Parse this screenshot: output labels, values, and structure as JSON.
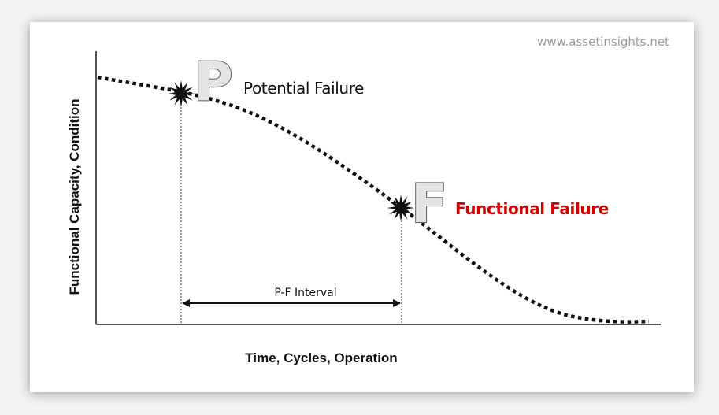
{
  "watermark": "www.assetinsights.net",
  "axes": {
    "y_label": "Functional Capacity, Condition",
    "x_label": "Time, Cycles, Operation"
  },
  "potential_failure": {
    "letter": "P",
    "label": "Potential Failure",
    "color": "#111111"
  },
  "functional_failure": {
    "letter": "F",
    "label": "Functional Failure",
    "color": "#d40000"
  },
  "interval": {
    "label": "P-F Interval"
  },
  "colors": {
    "curve": "#111111",
    "axis": "#555555",
    "accent": "#d40000"
  },
  "icons": {
    "potential_marker": "starburst-icon",
    "functional_marker": "starburst-icon"
  }
}
